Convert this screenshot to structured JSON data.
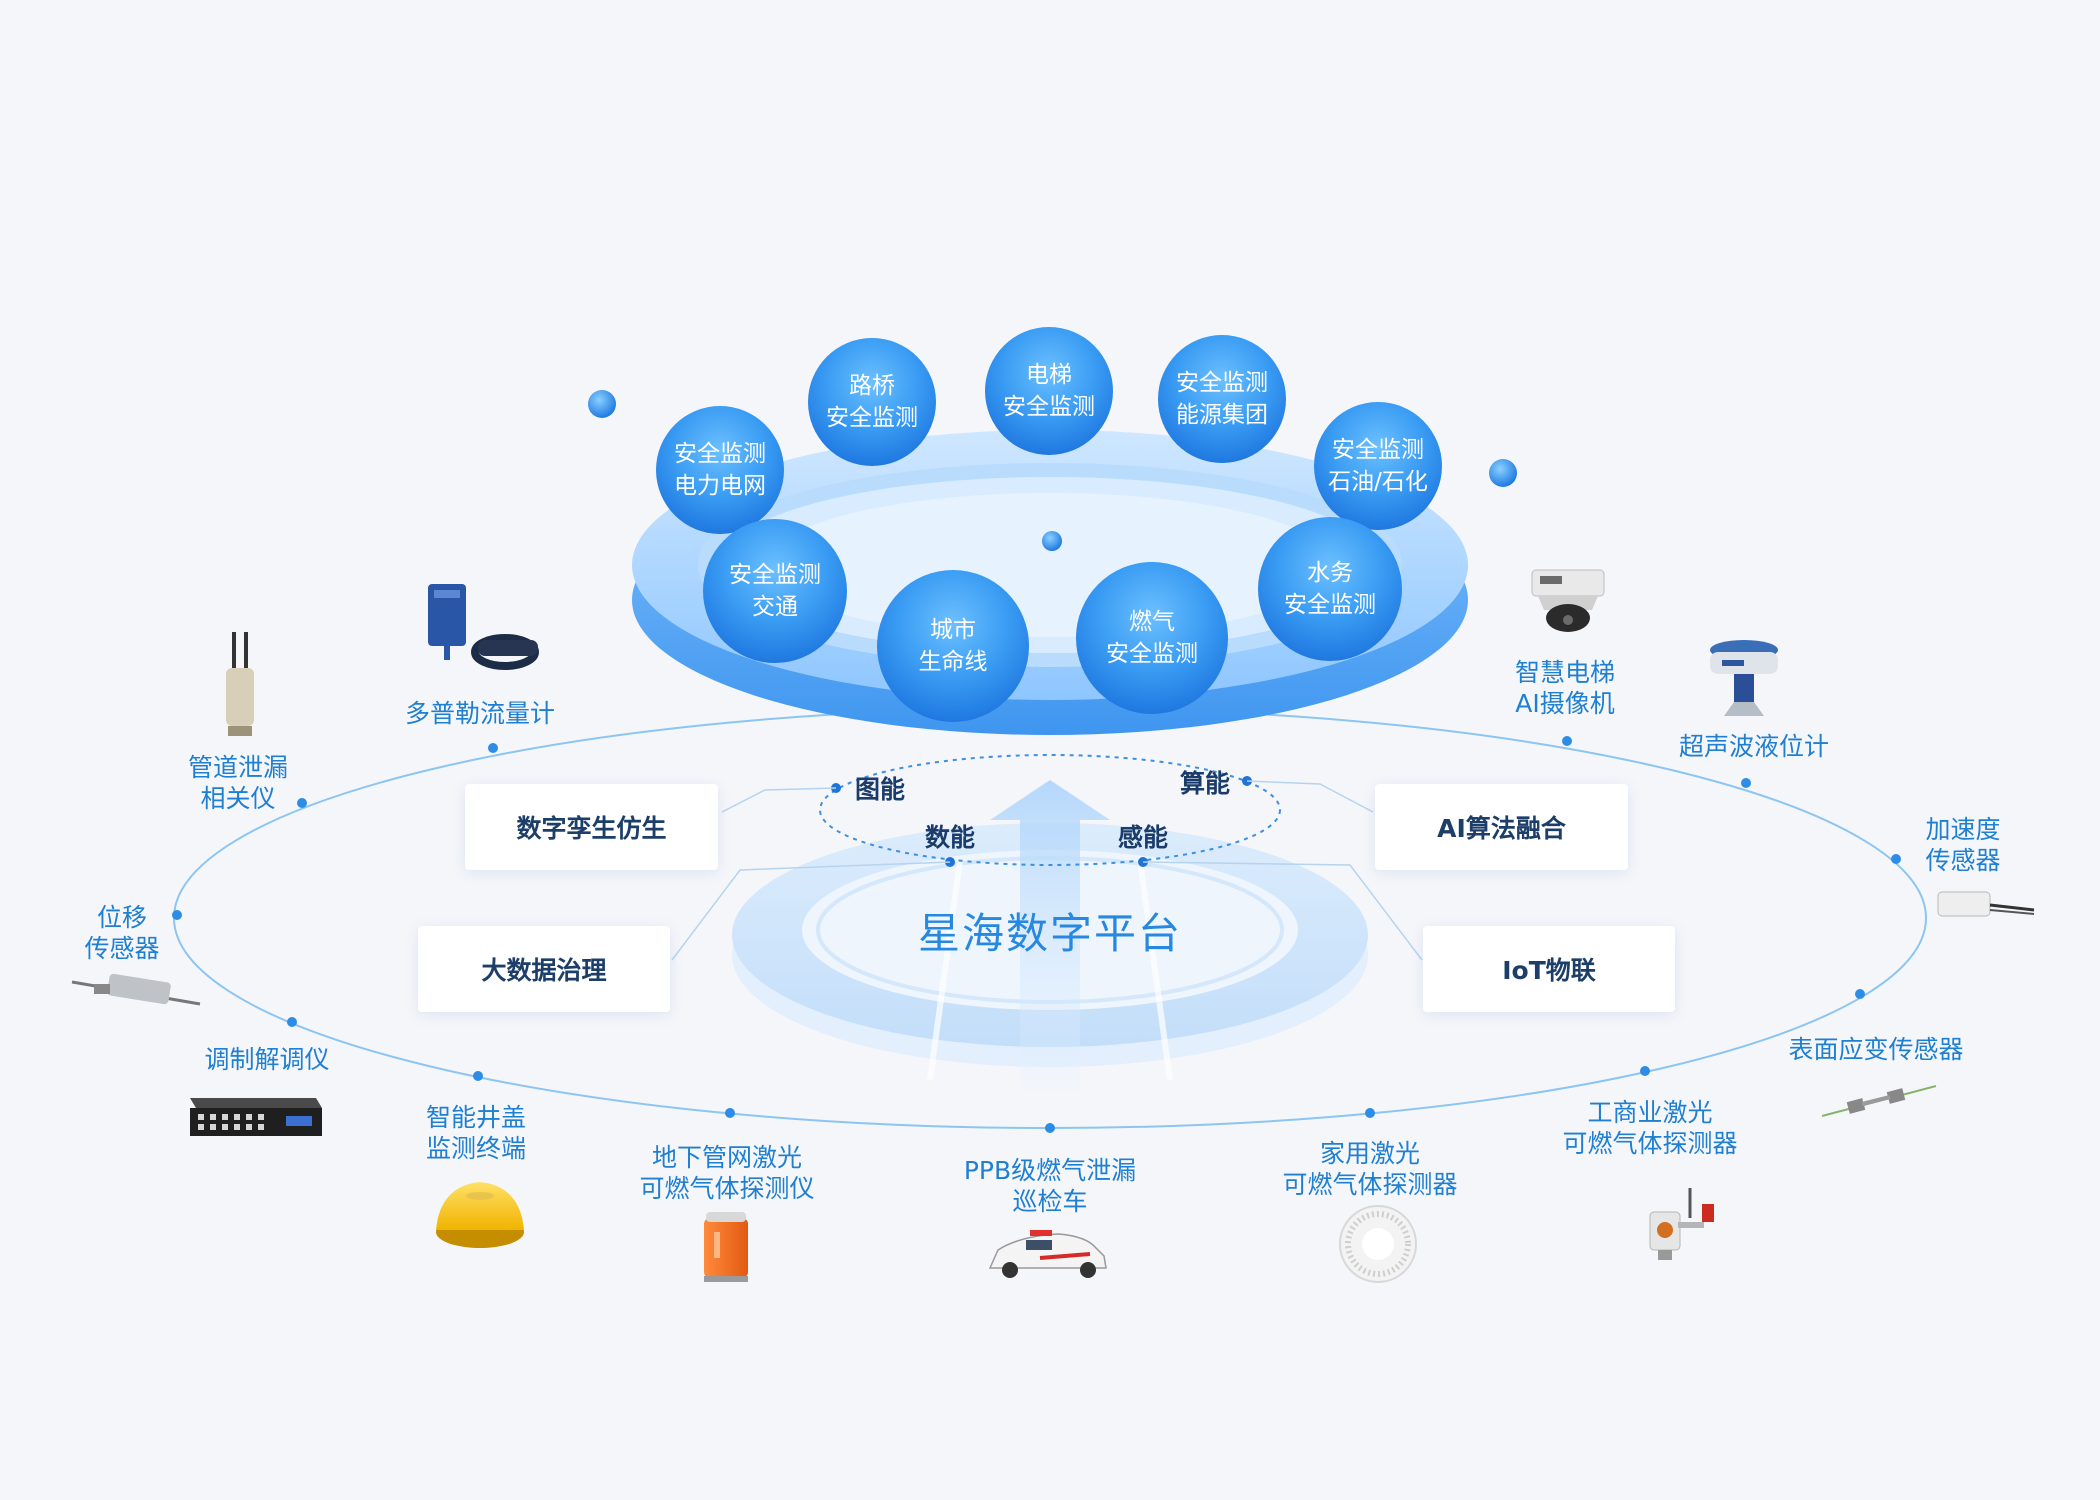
{
  "platform": {
    "title": "星海数字平台"
  },
  "abilities": {
    "graph": "图能",
    "compute": "算能",
    "data": "数能",
    "sense": "感能"
  },
  "modules": {
    "digital_twin": "数字孪生仿生",
    "big_data": "大数据治理",
    "ai_fusion": "AI算法融合",
    "iot": "IoT物联"
  },
  "scenarios": [
    {
      "line1": "安全监测",
      "line2": "电力电网"
    },
    {
      "line1": "路桥",
      "line2": "安全监测"
    },
    {
      "line1": "电梯",
      "line2": "安全监测"
    },
    {
      "line1": "安全监测",
      "line2": "能源集团"
    },
    {
      "line1": "安全监测",
      "line2": "石油/石化"
    },
    {
      "line1": "安全监测",
      "line2": "交通"
    },
    {
      "line1": "城市",
      "line2": "生命线"
    },
    {
      "line1": "燃气",
      "line2": "安全监测"
    },
    {
      "line1": "水务",
      "line2": "安全监测"
    }
  ],
  "devices": [
    {
      "line1": "多普勒流量计",
      "line2": ""
    },
    {
      "line1": "管道泄漏",
      "line2": "相关仪"
    },
    {
      "line1": "位移",
      "line2": "传感器"
    },
    {
      "line1": "调制解调仪",
      "line2": ""
    },
    {
      "line1": "智能井盖",
      "line2": "监测终端"
    },
    {
      "line1": "地下管网激光",
      "line2": "可燃气体探测仪"
    },
    {
      "line1": "PPB级燃气泄漏",
      "line2": "巡检车"
    },
    {
      "line1": "家用激光",
      "line2": "可燃气体探测器"
    },
    {
      "line1": "工商业激光",
      "line2": "可燃气体探测器"
    },
    {
      "line1": "表面应变传感器",
      "line2": ""
    },
    {
      "line1": "加速度",
      "line2": "传感器"
    },
    {
      "line1": "超声波液位计",
      "line2": ""
    },
    {
      "line1": "智慧电梯",
      "line2": "AI摄像机"
    }
  ],
  "colors": {
    "accent": "#2688e0",
    "bubble": "#3a9df2",
    "label": "#1f7fd1",
    "card_text": "#1c3e68"
  }
}
